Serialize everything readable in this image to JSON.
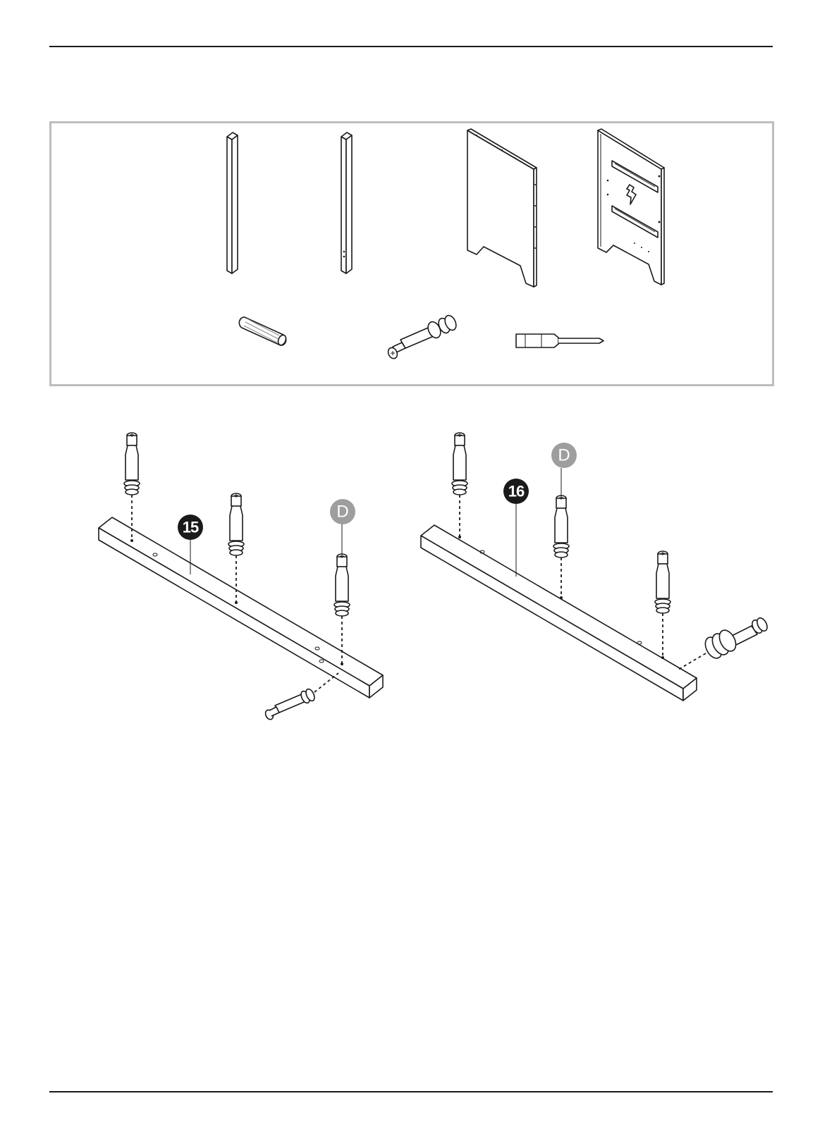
{
  "callouts": {
    "step_15": "15",
    "step_16": "16",
    "part_d_left": "D",
    "part_d_right": "D"
  },
  "colors": {
    "line": "#1a1a1a",
    "box_border": "#bdbdbd",
    "step_badge": "#1a1a1a",
    "part_badge": "#9e9e9e"
  }
}
